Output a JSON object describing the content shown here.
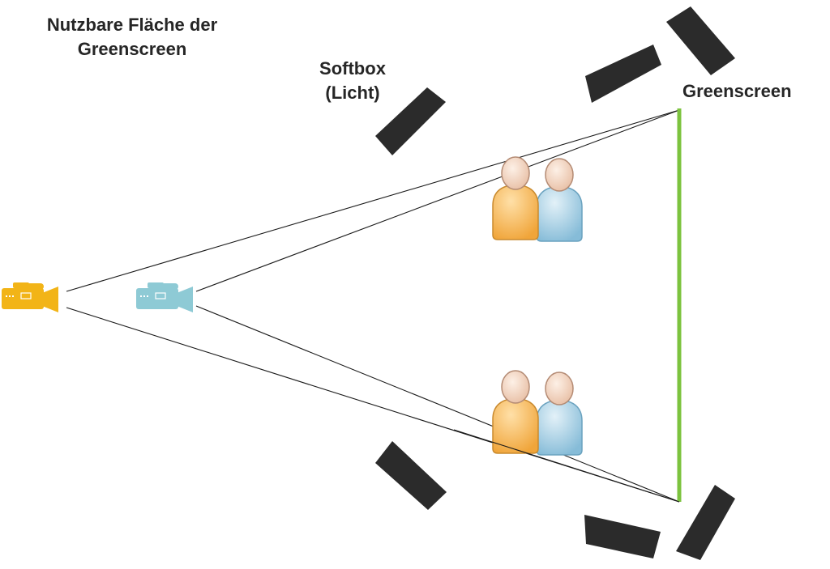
{
  "labels": {
    "title_line1": "Nutzbare Fläche der",
    "title_line2": "Greenscreen",
    "softbox_line1": "Softbox",
    "softbox_line2": "(Licht)",
    "greenscreen": "Greenscreen"
  },
  "colors": {
    "greenscreen": "#7cc33f",
    "softbox": "#2b2b2b",
    "camera_far": "#f2b417",
    "camera_near": "#8ecad5",
    "person_orange": "#f6b95c",
    "person_blue": "#a9d2e6",
    "head": "#f3d8c4",
    "sight_line": "#1a1a1a"
  },
  "icons": [
    "video-camera-icon",
    "person-icon",
    "softbox-light-icon"
  ]
}
